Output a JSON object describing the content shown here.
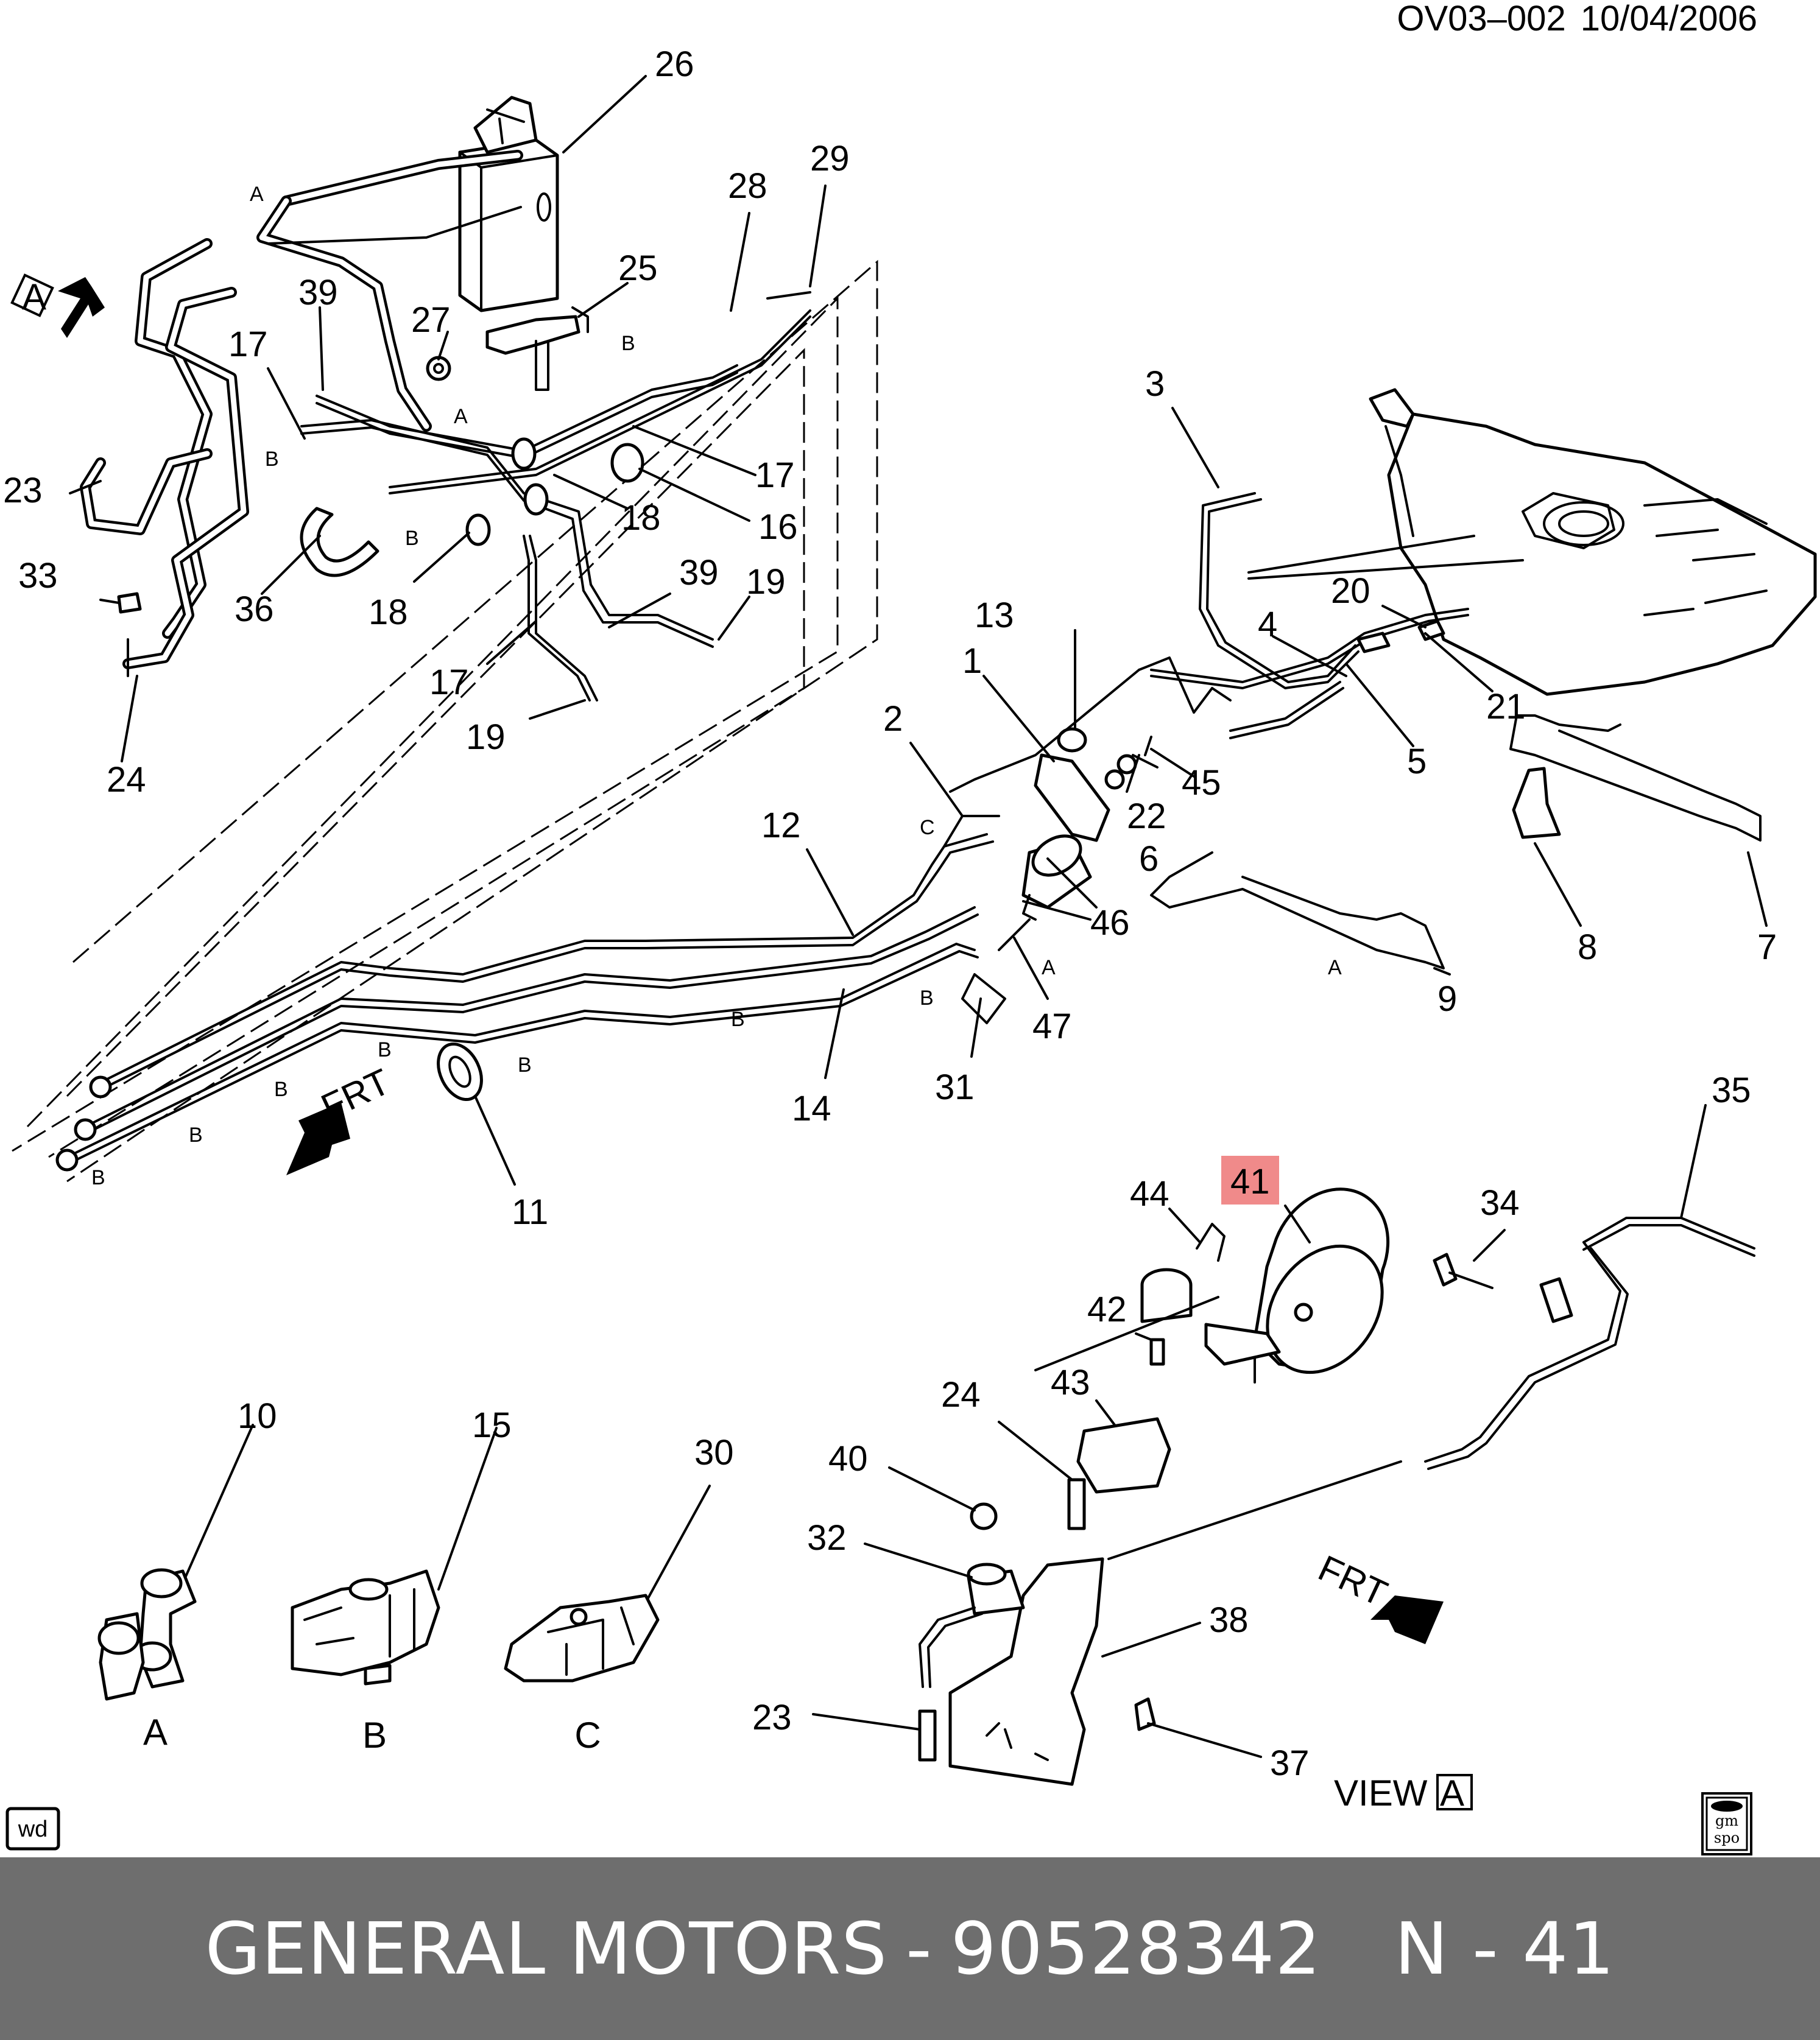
{
  "header": {
    "doc_code": "OV03–002",
    "date": "10/04/2006"
  },
  "labels": {
    "l1": "1",
    "l2": "2",
    "l3": "3",
    "l4": "4",
    "l5": "5",
    "l6": "6",
    "l7": "7",
    "l8": "8",
    "l9": "9",
    "l10": "10",
    "l11": "11",
    "l12": "12",
    "l13": "13",
    "l14": "14",
    "l15": "15",
    "l16": "16",
    "l17a": "17",
    "l17b": "17",
    "l17c": "17",
    "l18a": "18",
    "l18b": "18",
    "l19a": "19",
    "l19b": "19",
    "l20": "20",
    "l21": "21",
    "l22": "22",
    "l23a": "23",
    "l23b": "23",
    "l24a": "24",
    "l24b": "24",
    "l25": "25",
    "l26": "26",
    "l27": "27",
    "l28": "28",
    "l29": "29",
    "l30": "30",
    "l31": "31",
    "l32": "32",
    "l33": "33",
    "l34": "34",
    "l35": "35",
    "l36": "36",
    "l37": "37",
    "l38": "38",
    "l39a": "39",
    "l39b": "39",
    "l40": "40",
    "l41": "41",
    "l42": "42",
    "l43": "43",
    "l44": "44",
    "l45": "45",
    "l46": "46",
    "l47": "47"
  },
  "clip_letters": {
    "a": "A",
    "b": "B",
    "c": "C"
  },
  "view_marker": {
    "letter": "A"
  },
  "frt": {
    "label": "FRT"
  },
  "view_label": {
    "text": "VIEW",
    "letter": "A"
  },
  "clip_captions": {
    "a": "A",
    "b": "B",
    "c": "C"
  },
  "badges": {
    "wd": "wd",
    "gm_top": "gm",
    "gm_bottom": "spo"
  },
  "highlight": {
    "color": "#f08a8a"
  },
  "footer": {
    "brand": "GENERAL MOTORS",
    "separator": "-",
    "part_number": "90528342",
    "ref": "N - 41"
  }
}
